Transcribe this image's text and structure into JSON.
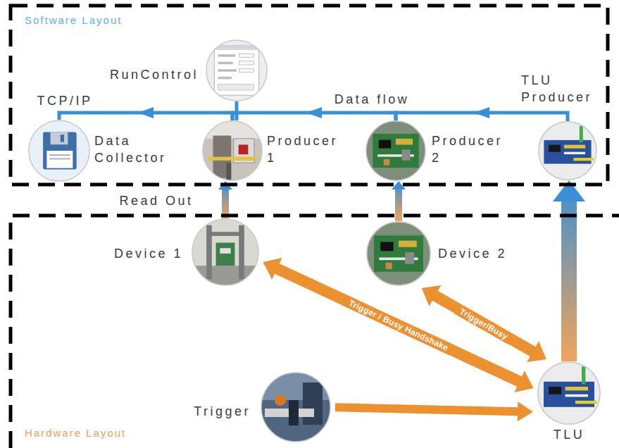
{
  "diagram": {
    "nodes": [
      {
        "text": [
          "Software Layout"
        ]
      },
      {
        "text": [
          "RunControl"
        ],
        "in": 0
      },
      {
        "text": [
          "Data Collector"
        ],
        "in": 0
      },
      {
        "text": [
          "Producer 1"
        ],
        "in": 0
      },
      {
        "text": [
          "Producer 2"
        ],
        "in": 0
      },
      {
        "text": [
          "TLU Producer"
        ],
        "in": 0
      },
      {
        "text": [
          "Hardware Layout"
        ]
      },
      {
        "text": [
          "Device 1"
        ],
        "in": 6
      },
      {
        "text": [
          "Device 2"
        ],
        "in": 6
      },
      {
        "text": [
          "Trigger"
        ],
        "in": 6
      },
      {
        "text": [
          "TLU"
        ],
        "in": 6
      }
    ],
    "edges": [
      {
        "from": 5,
        "to": 4,
        "arrow": "to"
      },
      {
        "from": 4,
        "to": 3,
        "arrow": "to",
        "label": "Data flow"
      },
      {
        "from": 3,
        "to": 2,
        "arrow": "to",
        "label": "TCP/IP"
      },
      {
        "from": 1,
        "to": 3,
        "arrow": "none"
      },
      {
        "from": 7,
        "to": 3,
        "arrow": "to",
        "label": "Read Out"
      },
      {
        "from": 8,
        "to": 4,
        "arrow": "to"
      },
      {
        "from": 10,
        "to": 5,
        "arrow": "to"
      },
      {
        "from": 7,
        "to": 10,
        "arrow": "both",
        "label": "Trigger / Busy Handshake"
      },
      {
        "from": 8,
        "to": 10,
        "arrow": "both",
        "label": "Trigger/Busy"
      },
      {
        "from": 9,
        "to": 10,
        "arrow": "to"
      }
    ]
  }
}
